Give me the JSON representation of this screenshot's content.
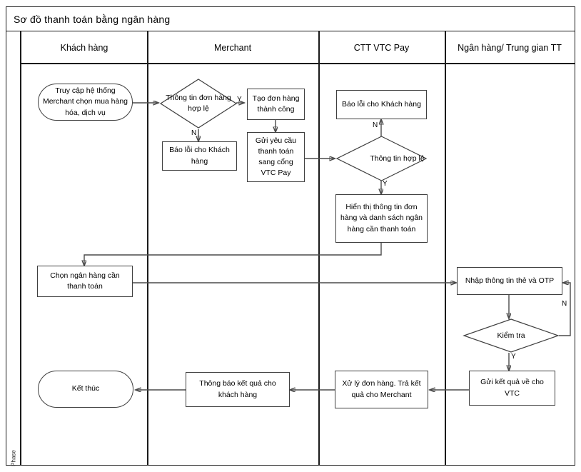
{
  "diagram": {
    "title": "Sơ đồ thanh toán bằng ngân hàng",
    "phase_label": "Phase",
    "lanes": [
      {
        "id": "lane-customer",
        "label": "Khách hàng"
      },
      {
        "id": "lane-merchant",
        "label": "Merchant"
      },
      {
        "id": "lane-vtcpay",
        "label": "CTT VTC Pay"
      },
      {
        "id": "lane-bank",
        "label": "Ngân hàng/ Trung gian TT"
      }
    ],
    "nodes": [
      {
        "id": "start",
        "lane": "lane-customer",
        "shape": "terminal",
        "text": "Truy cập hệ thống Merchant chọn mua hàng hóa, dịch vụ"
      },
      {
        "id": "check-order",
        "lane": "lane-merchant",
        "shape": "decision",
        "text": "Thông tin đơn hàng hợp lệ"
      },
      {
        "id": "merchant-error",
        "lane": "lane-merchant",
        "shape": "process",
        "text": "Báo lỗi cho Khách hàng"
      },
      {
        "id": "order-created",
        "lane": "lane-merchant",
        "shape": "process",
        "text": "Tạo đơn hàng thành công"
      },
      {
        "id": "send-request",
        "lane": "lane-merchant",
        "shape": "process",
        "text": "Gửi yêu cầu thanh toán sang cổng VTC Pay"
      },
      {
        "id": "vtc-error",
        "lane": "lane-vtcpay",
        "shape": "process",
        "text": "Báo lỗi cho Khách hàng"
      },
      {
        "id": "check-info",
        "lane": "lane-vtcpay",
        "shape": "decision",
        "text": "Thông tin hợp lệ"
      },
      {
        "id": "show-info",
        "lane": "lane-vtcpay",
        "shape": "process",
        "text": "Hiển thị thông tin đơn hàng và danh sách ngân hàng cần thanh toán"
      },
      {
        "id": "choose-bank",
        "lane": "lane-customer",
        "shape": "process",
        "text": "Chọn ngân hàng cần thanh toán"
      },
      {
        "id": "enter-card",
        "lane": "lane-bank",
        "shape": "process",
        "text": "Nhập thông tin thẻ và OTP"
      },
      {
        "id": "verify",
        "lane": "lane-bank",
        "shape": "decision",
        "text": "Kiểm tra"
      },
      {
        "id": "send-result",
        "lane": "lane-bank",
        "shape": "process",
        "text": "Gửi kết quả về cho VTC"
      },
      {
        "id": "process-order",
        "lane": "lane-vtcpay",
        "shape": "process",
        "text": "Xử lý đơn hàng. Trả kết quả cho Merchant"
      },
      {
        "id": "notify",
        "lane": "lane-merchant",
        "shape": "process",
        "text": "Thông báo kết quả cho khách hàng"
      },
      {
        "id": "end",
        "lane": "lane-customer",
        "shape": "terminal",
        "text": "Kết thúc"
      }
    ],
    "edge_labels": {
      "check_order_no": "N",
      "check_order_yes": "Y",
      "check_info_no": "N",
      "check_info_yes": "Y",
      "verify_no": "N",
      "verify_yes": "Y"
    }
  }
}
